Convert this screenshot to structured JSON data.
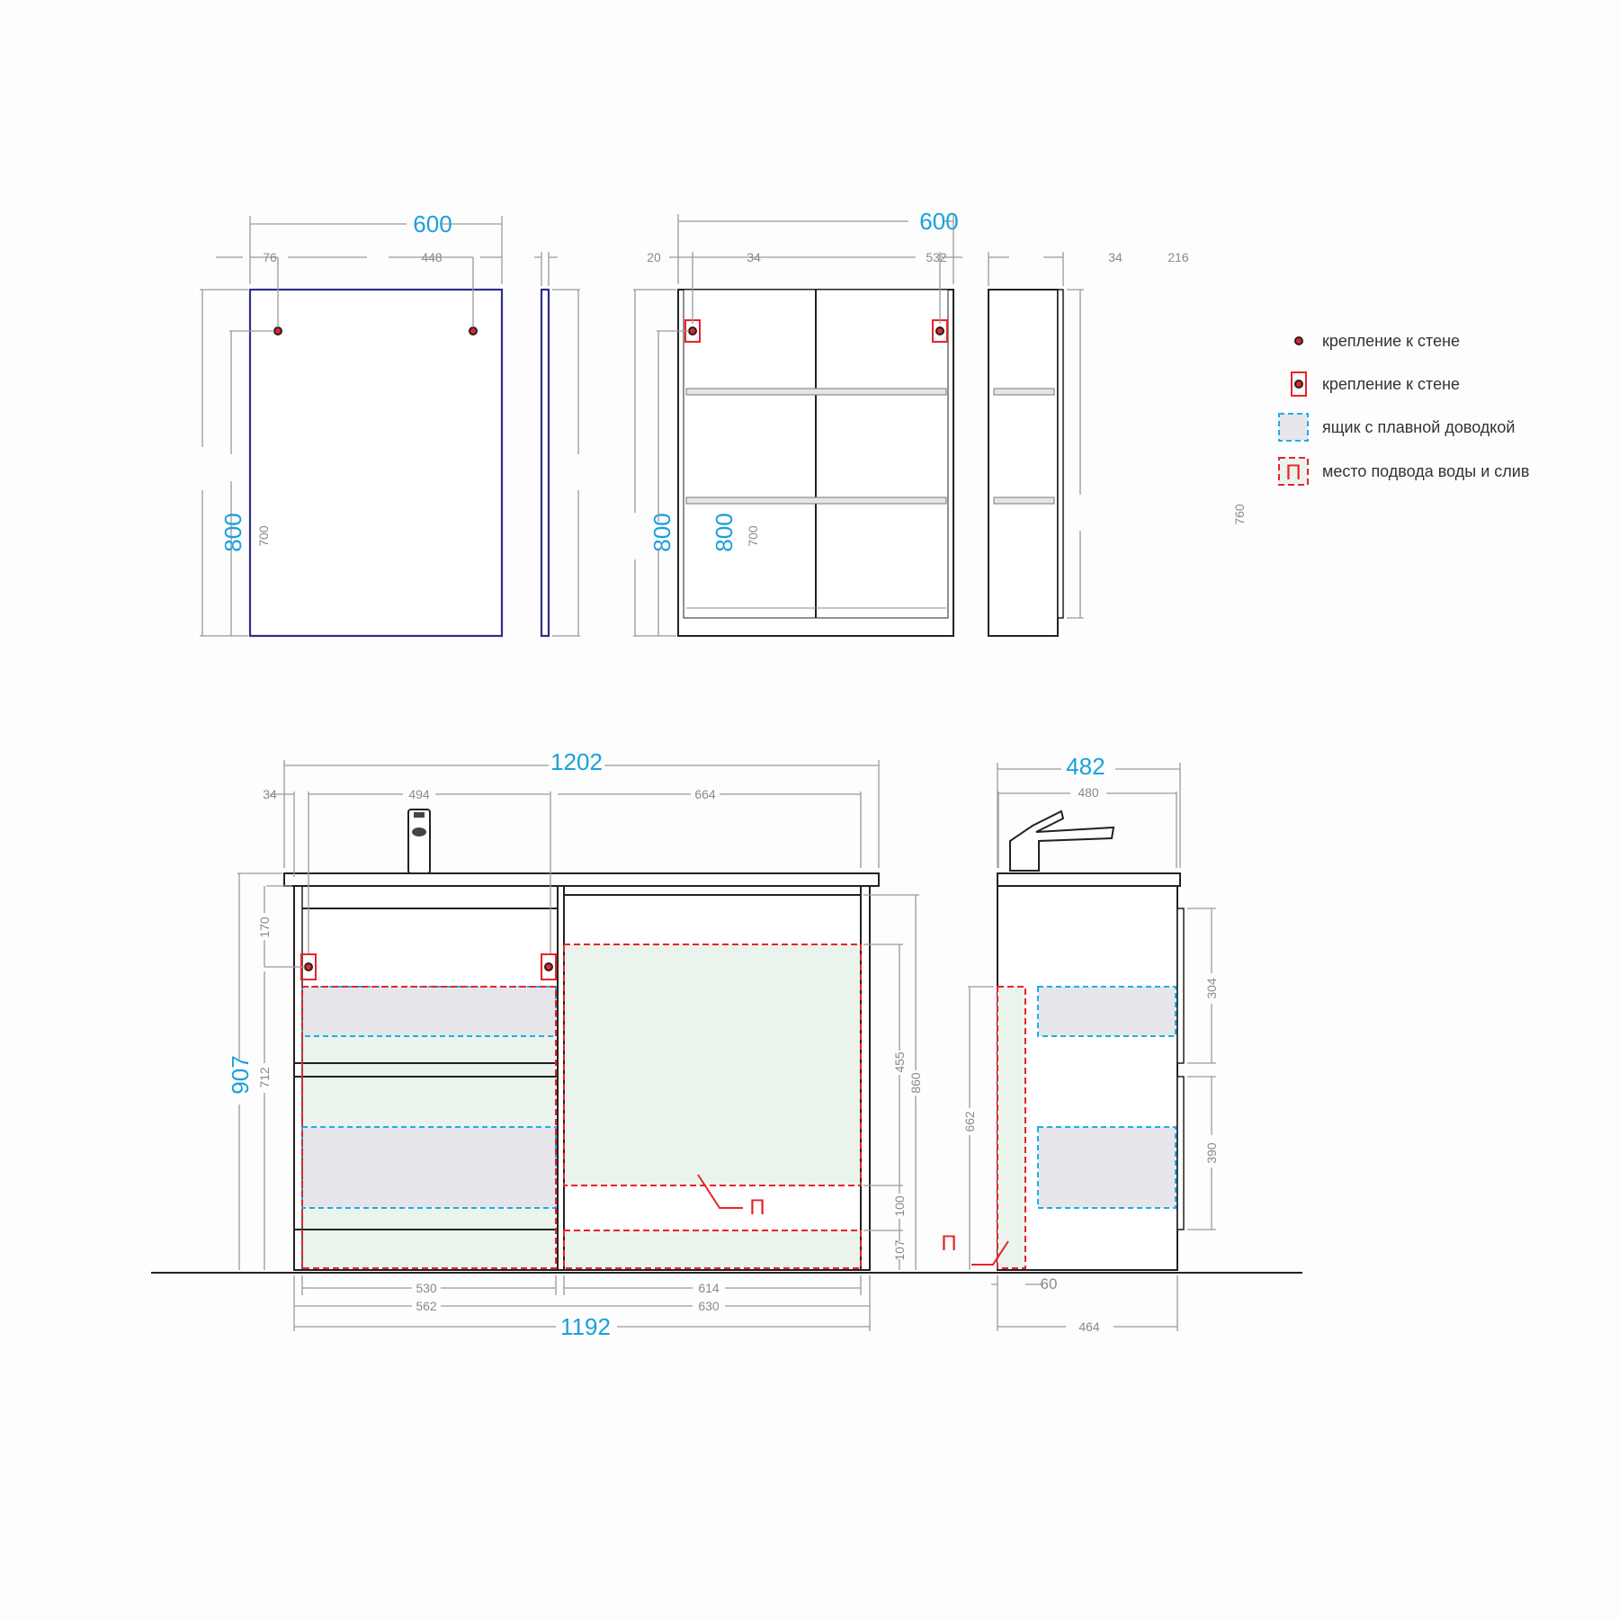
{
  "mirror": {
    "width": "600",
    "left_offset": "76",
    "mount_span": "448",
    "height": "800",
    "mount_height": "700",
    "depth": "20",
    "side_height": "800"
  },
  "cabinet": {
    "width": "600",
    "left_offset": "34",
    "inner_span": "532",
    "right_offset": "34",
    "height": "800",
    "mount_height": "700",
    "depth": "216",
    "side_height": "760"
  },
  "vanity_front": {
    "overall_width": "1202",
    "left_offset": "34",
    "mount_span": "494",
    "right_span": "664",
    "height": "907",
    "top_offset": "170",
    "mount_height": "712",
    "water_zone_height": "455",
    "right_height": "860",
    "gap": "100",
    "bottom_zone": "107",
    "inner_left": "530",
    "inner_right": "614",
    "left_width": "562",
    "right_width": "630",
    "total_width": "1192",
    "water_marker": "П"
  },
  "vanity_side": {
    "depth": "482",
    "inner_depth": "480",
    "upper_door": "304",
    "lower_door": "390",
    "water_zone_height": "662",
    "water_offset": "60",
    "body_depth": "464",
    "water_marker": "П"
  },
  "legend": [
    {
      "icon": "mount-dot-icon",
      "label": "крепление к стене"
    },
    {
      "icon": "mount-box-icon",
      "label": "крепление к стене"
    },
    {
      "icon": "soft-close-drawer-icon",
      "label": "ящик с плавной доводкой"
    },
    {
      "icon": "water-supply-zone-icon",
      "label": "место подвода воды и слив",
      "marker": "П"
    }
  ],
  "colors": {
    "dimension_major": "#1aa0dc",
    "water_zone": "#e8232a",
    "drawer": "#1ab0e8"
  }
}
